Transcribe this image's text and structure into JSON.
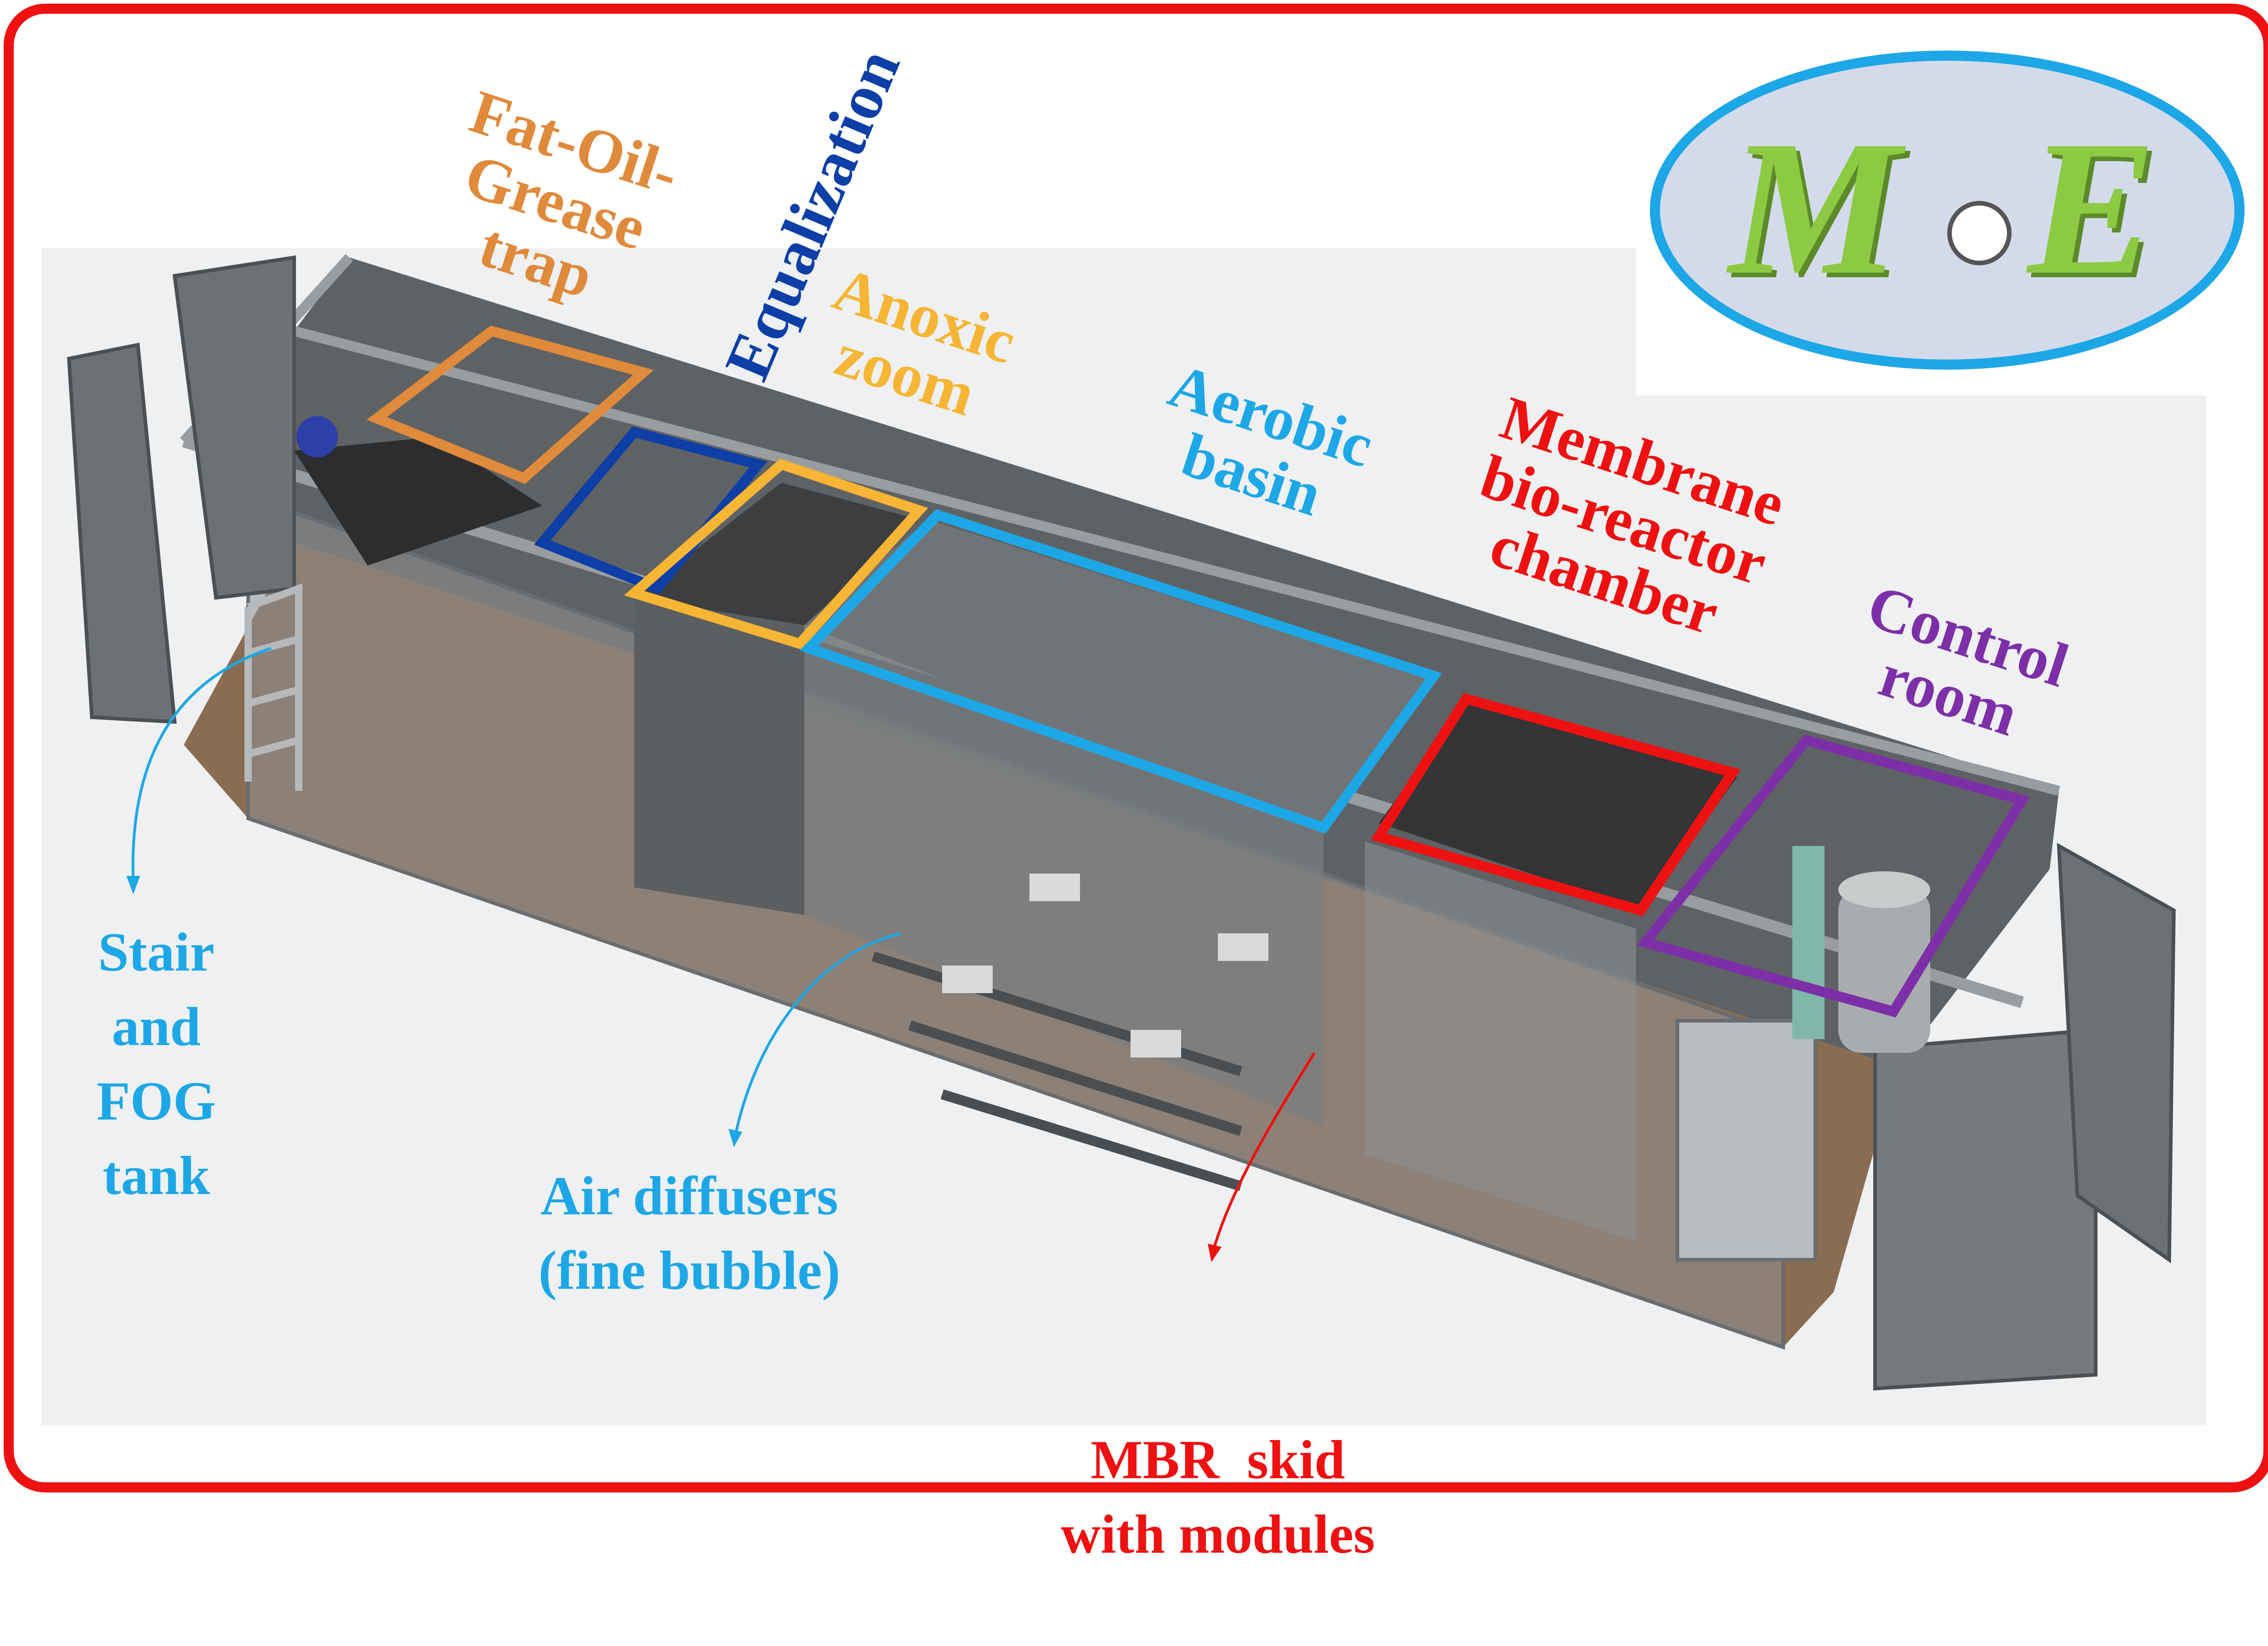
{
  "labels": {
    "fog_trap": [
      "Fat-Oil-",
      "Grease",
      "trap"
    ],
    "equalization": "Equalization",
    "anoxic": [
      "Anoxic",
      "zoom"
    ],
    "aerobic": [
      "Aerobic",
      "basin"
    ],
    "mbr_chamber": [
      "Membrane",
      "bio-reactor",
      "chamber"
    ],
    "control_room": [
      "Control",
      "room"
    ],
    "stair_fog_tank": [
      "Stair",
      "and",
      "FOG",
      "tank"
    ],
    "air_diffusers": [
      "Air diffusers",
      "(fine bubble)"
    ],
    "mbr_skid": [
      "MBR  skid",
      "with modules"
    ]
  },
  "logo": {
    "letter_left": "M",
    "letter_right": "E"
  },
  "colors": {
    "frame": "#ee1111",
    "fog_trap": "#e08a3c",
    "equalization": "#0d3fa6",
    "anoxic": "#f6b534",
    "aerobic": "#1ea7e6",
    "mbr": "#ee1111",
    "control_room": "#7d2fa8",
    "logo_letters": "#8dca43",
    "logo_ring": "#1ea7e6"
  }
}
